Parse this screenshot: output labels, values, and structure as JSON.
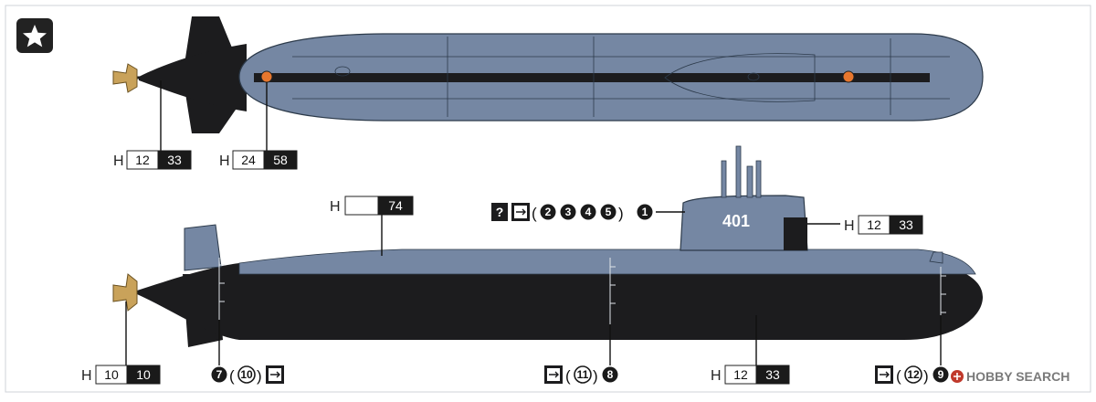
{
  "corner_badge": {
    "icon": "star-icon",
    "bg": "#222222"
  },
  "colors": {
    "hull_gray": "#7587a3",
    "hull_black": "#1c1c1e",
    "propeller_gold": "#c9a25a",
    "marker_orange": "#e8772e"
  },
  "top_view": {
    "labels": [
      {
        "prefix": "H",
        "white": "12",
        "black": "33"
      },
      {
        "prefix": "H",
        "white": "24",
        "black": "58"
      }
    ]
  },
  "side_view": {
    "hull_number": "401",
    "labels": {
      "top_center": {
        "prefix": "H",
        "white": "",
        "black": "74"
      },
      "sail": {
        "prefix": "H",
        "white": "12",
        "black": "33"
      },
      "bottom_left": {
        "prefix": "H",
        "white": "10",
        "black": "10"
      },
      "bottom_mid": {
        "prefix": "H",
        "white": "12",
        "black": "33"
      }
    },
    "callouts": {
      "sail": {
        "q": "?",
        "open": "(",
        "nums": [
          "2",
          "3",
          "4",
          "5"
        ],
        "close": ")",
        "main": "1"
      },
      "left": {
        "main": "7",
        "open": "(",
        "paren_num": "10",
        "close": ")"
      },
      "mid": {
        "open": "(",
        "paren_num": "11",
        "close": ")",
        "main": "8"
      },
      "right": {
        "open": "(",
        "paren_num": "12",
        "close": ")",
        "main": "9"
      }
    }
  },
  "watermark": {
    "brand": "HOBBY SEARCH"
  }
}
